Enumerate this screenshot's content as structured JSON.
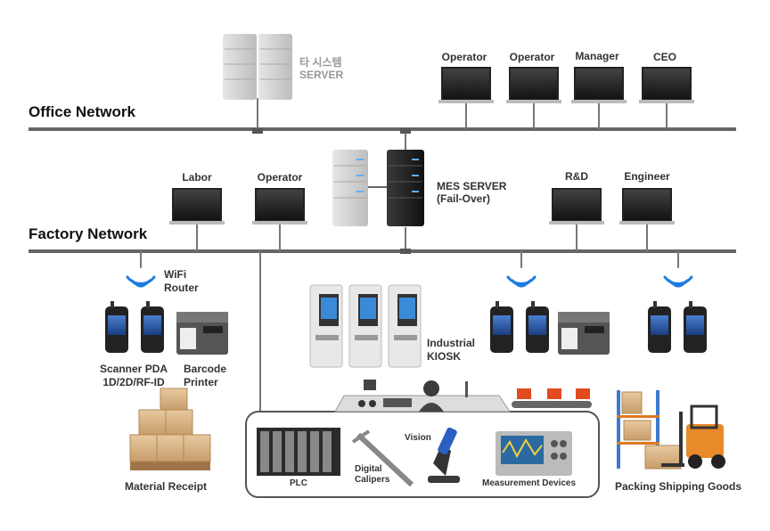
{
  "networks": {
    "office": "Office Network",
    "factory": "Factory Network"
  },
  "other_server": {
    "line1": "타 시스템",
    "line2": "SERVER"
  },
  "mes_server": {
    "line1": "MES SERVER",
    "line2": "(Fail-Over)"
  },
  "office_stations": [
    "Operator",
    "Operator",
    "Manager",
    "CEO"
  ],
  "factory_stations": [
    "Labor",
    "Operator",
    "R&D",
    "Engineer"
  ],
  "wifi_router": {
    "line1": "WiFi",
    "line2": "Router"
  },
  "scanner": {
    "line1": "Scanner PDA",
    "line2": "1D/2D/RF-ID"
  },
  "barcode": {
    "line1": "Barcode",
    "line2": "Printer"
  },
  "kiosk": {
    "line1": "Industrial",
    "line2": "KIOSK"
  },
  "material_receipt": "Material Receipt",
  "packing": "Packing Shipping Goods",
  "shop_floor": {
    "plc": "PLC",
    "calipers_line1": "Digital",
    "calipers_line2": "Calipers",
    "vision": "Vision",
    "measurement": "Measurement Devices"
  }
}
